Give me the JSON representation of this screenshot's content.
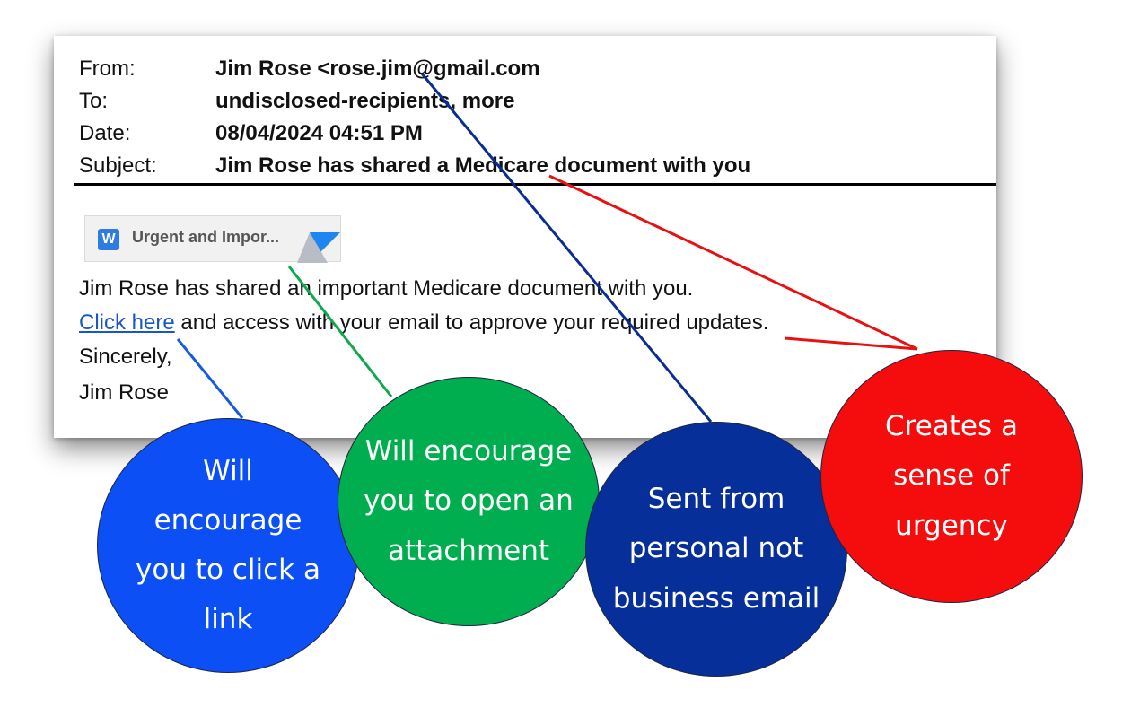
{
  "email": {
    "headers": [
      {
        "label": "From:",
        "value": "Jim Rose <rose.jim@gmail.com"
      },
      {
        "label": "To:",
        "value": "undisclosed-recipients, more"
      },
      {
        "label": "Date:",
        "value": "08/04/2024 04:51 PM"
      },
      {
        "label": "Subject:",
        "value": "Jim Rose has shared a Medicare document with you"
      }
    ],
    "attachment": {
      "icon": "word-doc-icon",
      "icon_letter": "W",
      "name": "Urgent and Impor..."
    },
    "body": {
      "line1": "Jim Rose has shared an important Medicare document with you.",
      "link_text": "Click here",
      "line2_rest": " and access with your email to approve your required updates.",
      "closing": "Sincerely,",
      "signature": "Jim Rose"
    }
  },
  "callouts": [
    {
      "text": "Will\nencourage\nyou to click a\nlink",
      "color": "#0b4ff5"
    },
    {
      "text": "Will encourage\nyou to open an\nattachment",
      "color": "#00ad4f"
    },
    {
      "text": "Sent from\npersonal not\nbusiness email",
      "color": "#062f9a"
    },
    {
      "text": "Creates a\nsense of\nurgency",
      "color": "#f50c0c"
    }
  ]
}
